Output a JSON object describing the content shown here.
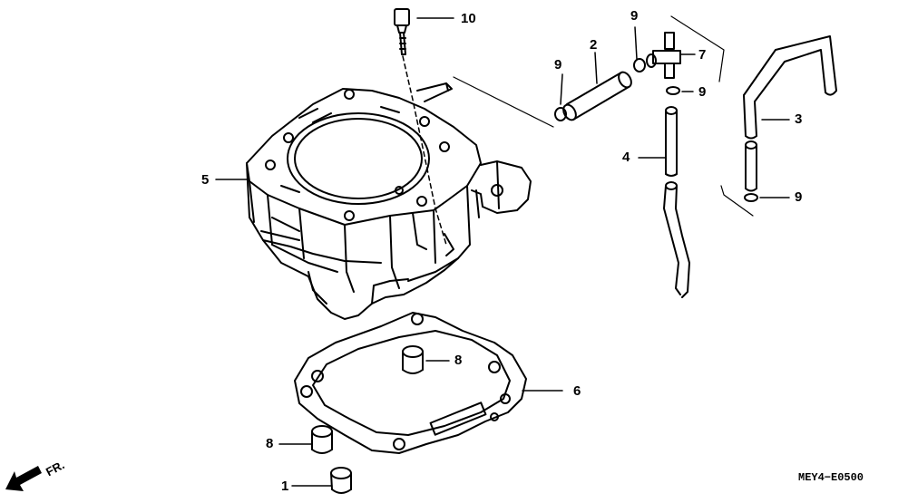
{
  "diagram": {
    "diagram_code": "MEY4−E0500",
    "direction_label": "FR.",
    "callouts": {
      "n10": "10",
      "n9a": "9",
      "n2": "2",
      "n9b": "9",
      "n7": "7",
      "n9c": "9",
      "n5": "5",
      "n3": "3",
      "n4": "4",
      "n9d": "9",
      "n8a": "8",
      "n6": "6",
      "n8b": "8",
      "n1": "1"
    }
  }
}
